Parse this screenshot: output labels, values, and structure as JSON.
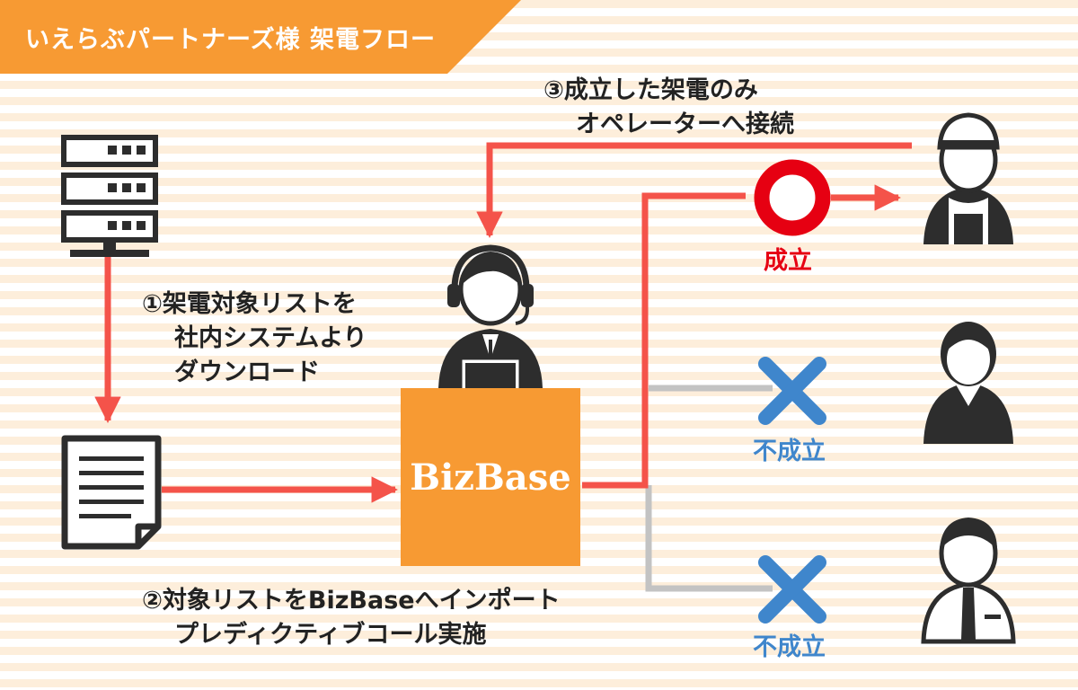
{
  "header": {
    "title": "いえらぶパートナーズ様 架電フロー"
  },
  "steps": {
    "step1": {
      "line1": "①架電対象リストを",
      "line2": "社内システムより",
      "line3": "ダウンロード"
    },
    "step2": {
      "line1": "②対象リストをBizBaseへインポート",
      "line2": "プレディクティブコール実施"
    },
    "step3": {
      "line1": "③成立した架電のみ",
      "line2": "オペレーターへ接続"
    }
  },
  "system": {
    "name": "BizBase"
  },
  "results": {
    "success": "成立",
    "fail_1": "不成立",
    "fail_2": "不成立"
  },
  "colors": {
    "accent_orange": "#f79a33",
    "arrow_red": "#f4534a",
    "success_red": "#e60012",
    "fail_blue": "#3f86cc",
    "icon_dark": "#2d2d2d",
    "gray_line": "#c3c3c3"
  },
  "icons": [
    "server-icon",
    "document-icon",
    "operator-headset-icon",
    "customer-cap-icon",
    "customer-woman-icon",
    "customer-man-tie-icon",
    "circle-success-icon",
    "cross-fail-icon"
  ]
}
